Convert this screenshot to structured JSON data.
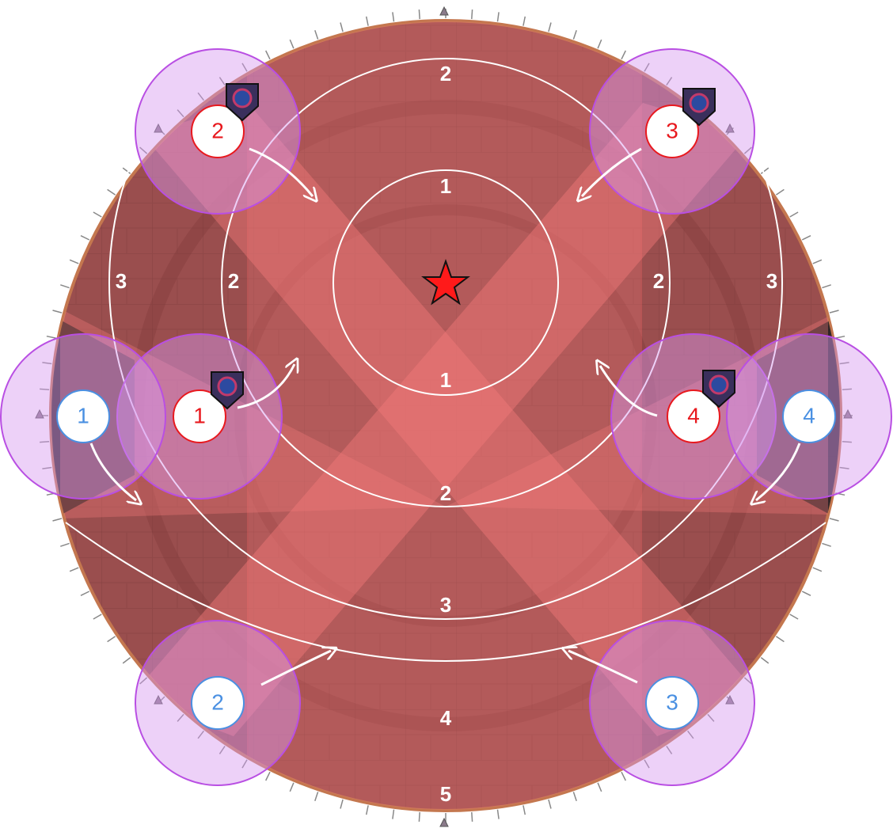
{
  "center_marker": {
    "icon": "star-icon",
    "color": "#ff1a1a"
  },
  "ring_labels": [
    {
      "text": "1",
      "ring": "ring-1"
    },
    {
      "text": "1",
      "ring": "ring-1"
    },
    {
      "text": "2",
      "ring": "ring-2"
    },
    {
      "text": "2",
      "ring": "ring-2"
    },
    {
      "text": "2",
      "ring": "ring-2"
    },
    {
      "text": "2",
      "ring": "ring-2"
    },
    {
      "text": "3",
      "ring": "ring-3"
    },
    {
      "text": "3",
      "ring": "ring-3"
    },
    {
      "text": "3",
      "ring": "ring-3"
    },
    {
      "text": "4",
      "ring": "ring-4"
    },
    {
      "text": "5",
      "ring": "ring-5"
    }
  ],
  "red_markers": [
    {
      "label": "1",
      "debuff_icon": "debuff-icon"
    },
    {
      "label": "2",
      "debuff_icon": "debuff-icon"
    },
    {
      "label": "3",
      "debuff_icon": "debuff-icon"
    },
    {
      "label": "4",
      "debuff_icon": "debuff-icon"
    }
  ],
  "blue_markers": [
    {
      "label": "1"
    },
    {
      "label": "2"
    },
    {
      "label": "3"
    },
    {
      "label": "4"
    }
  ],
  "colors": {
    "floor": "#9a4e4e",
    "floor_edge": "#c4774f",
    "cone": "#f47a7a",
    "aoe": "#d79af0",
    "aoe_stroke": "#b94fe3",
    "red_marker": "#e8191e",
    "blue_marker": "#4a90e2"
  }
}
